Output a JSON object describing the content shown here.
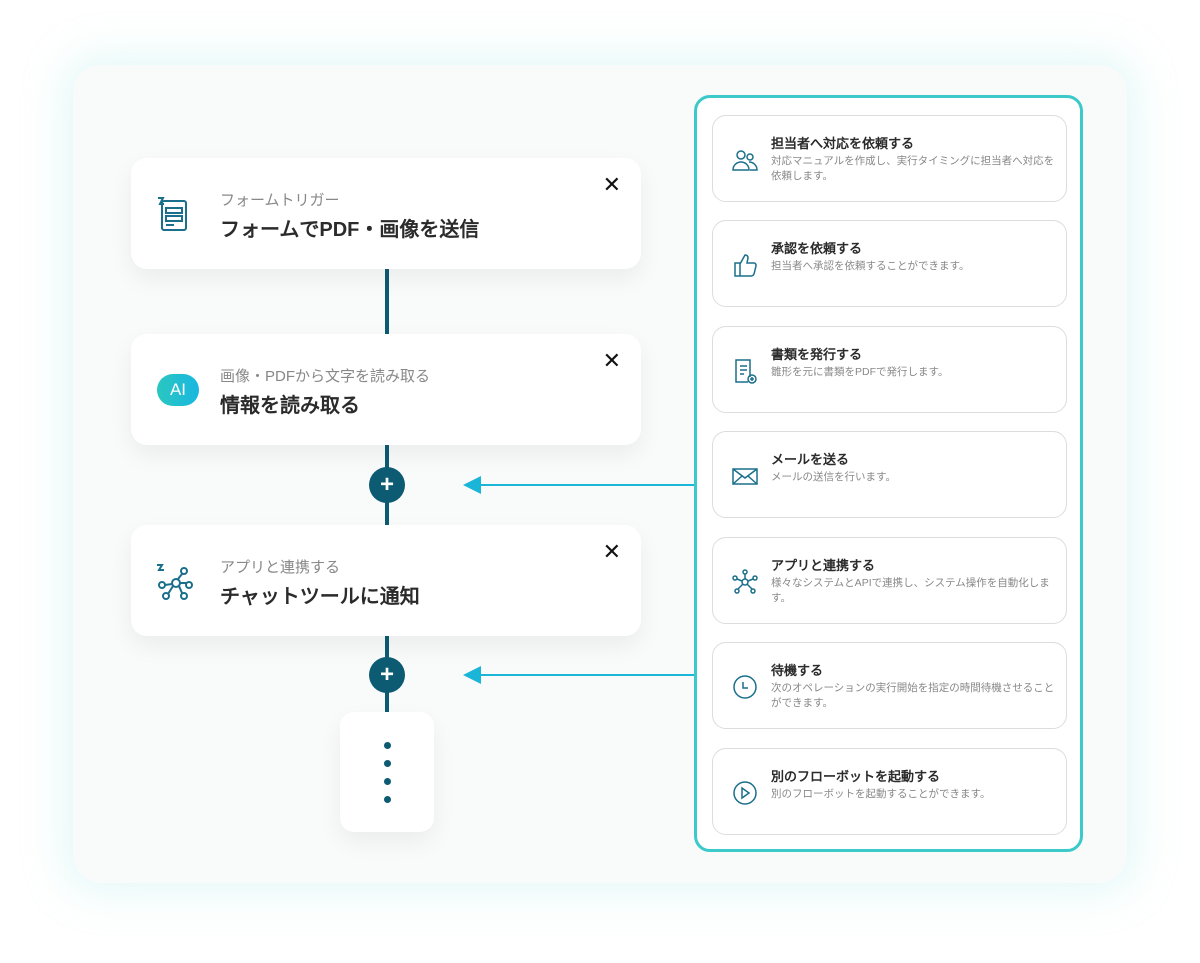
{
  "steps": [
    {
      "subtitle": "フォームトリガー",
      "title": "フォームでPDF・画像を送信",
      "icon": "form-trigger-icon"
    },
    {
      "subtitle": "画像・PDFから文字を読み取る",
      "title": "情報を読み取る",
      "icon": "ai-badge",
      "badge": "AI"
    },
    {
      "subtitle": "アプリと連携する",
      "title": "チャットツールに通知",
      "icon": "app-integration-icon"
    }
  ],
  "close_label": "✕",
  "plus_label": "+",
  "operations": [
    {
      "title": "担当者へ対応を依頼する",
      "desc": "対応マニュアルを作成し、実行タイミングに担当者へ対応を依頼します。",
      "icon": "users-icon"
    },
    {
      "title": "承認を依頼する",
      "desc": "担当者へ承認を依頼することができます。",
      "icon": "thumbs-up-icon"
    },
    {
      "title": "書類を発行する",
      "desc": "雛形を元に書類をPDFで発行します。",
      "icon": "document-add-icon"
    },
    {
      "title": "メールを送る",
      "desc": "メールの送信を行います。",
      "icon": "mail-icon"
    },
    {
      "title": "アプリと連携する",
      "desc": "様々なシステムとAPIで連携し、システム操作を自動化します。",
      "icon": "network-icon"
    },
    {
      "title": "待機する",
      "desc": "次のオペレーションの実行開始を指定の時間待機させることができます。",
      "icon": "clock-icon"
    },
    {
      "title": "別のフローボットを起動する",
      "desc": "別のフローボットを起動することができます。",
      "icon": "play-circle-icon"
    }
  ],
  "colors": {
    "primary": "#0d5a73",
    "accent": "#1bb5d8",
    "panel_border": "#3cc9c9"
  }
}
